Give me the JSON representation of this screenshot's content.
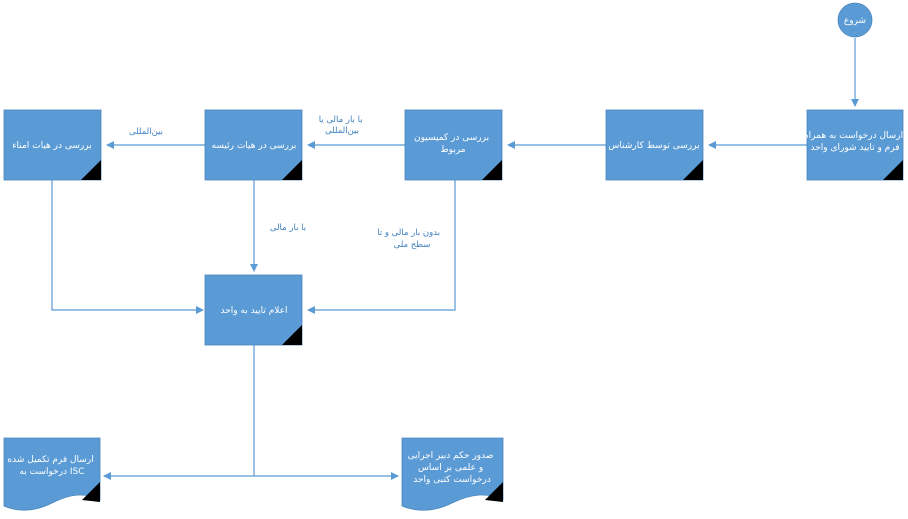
{
  "start": {
    "label": "شروع"
  },
  "nodes": {
    "send_request": {
      "lines": [
        "ارسال درخواست به همراه",
        "فرم و تایید شورای واحد"
      ]
    },
    "review_expert": {
      "lines": [
        "بررسی توسط کارشناس"
      ]
    },
    "review_committee": {
      "lines": [
        "بررسی در کمیسیون",
        "مربوط"
      ]
    },
    "review_board_chair": {
      "lines": [
        "بررسی در هیات رئیسه"
      ]
    },
    "review_board_trustees": {
      "lines": [
        "بررسی در هیات امناء"
      ]
    },
    "notify_unit": {
      "lines": [
        "اعلام تایید به واحد"
      ]
    },
    "send_isc": {
      "lines": [
        "ارسال فرم تکمیل شده",
        "درخواست به ISC"
      ]
    },
    "issue_decree": {
      "lines": [
        "صدور حکم دبیر اجرایی",
        "و علمی بر اساس",
        "درخواست کتبی واحد"
      ]
    }
  },
  "edge_labels": {
    "committee_to_chair": [
      "با بار مالی یا",
      "بین‌المللی"
    ],
    "chair_to_trustees": [
      "بین‌المللی"
    ],
    "chair_to_notify": [
      "با بار مالی"
    ],
    "committee_to_notify": [
      "بدون بار مالی و تا",
      "سطح ملی"
    ]
  }
}
